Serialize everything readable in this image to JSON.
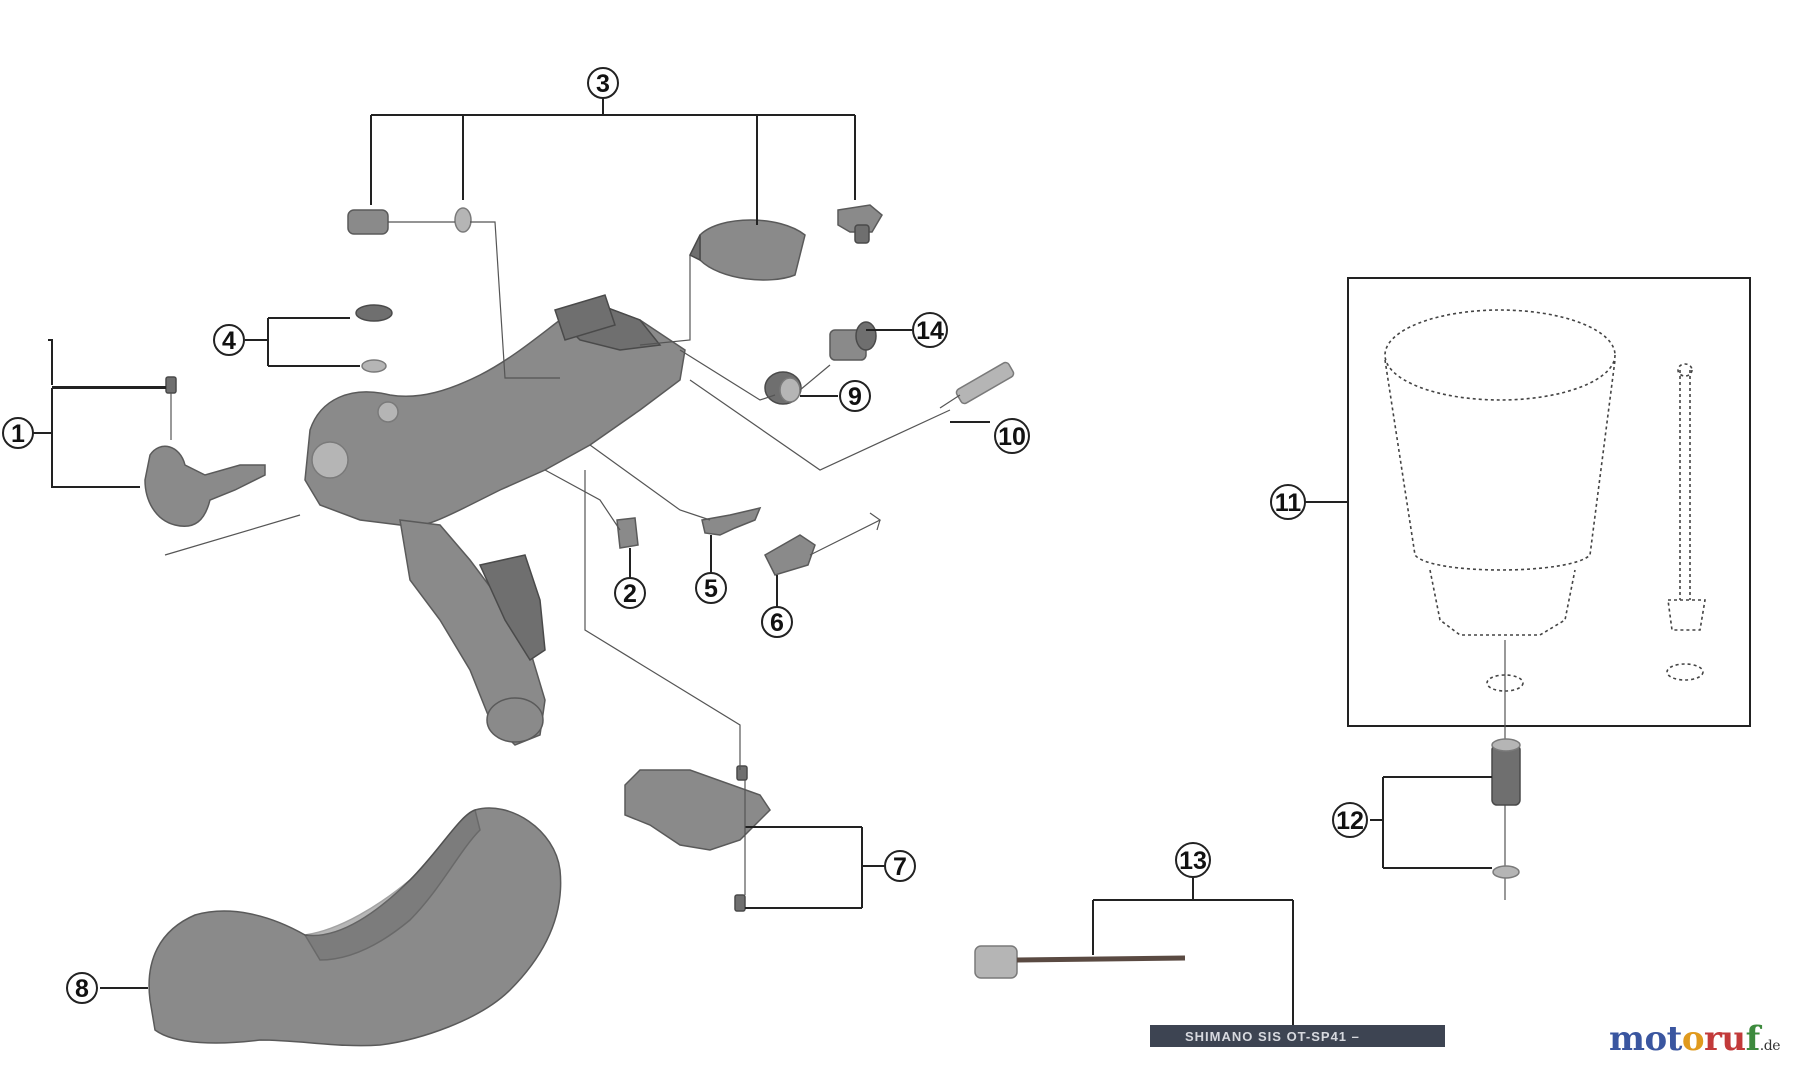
{
  "callouts": [
    "1",
    "2",
    "3",
    "4",
    "5",
    "6",
    "7",
    "8",
    "9",
    "10",
    "11",
    "12",
    "13",
    "14"
  ],
  "cable_label": "SHIMANO SIS  OT-SP41 –",
  "watermark": {
    "part1": "mot",
    "part2": "o",
    "part3": "ru",
    "part4": "f",
    "tld": ".de"
  }
}
